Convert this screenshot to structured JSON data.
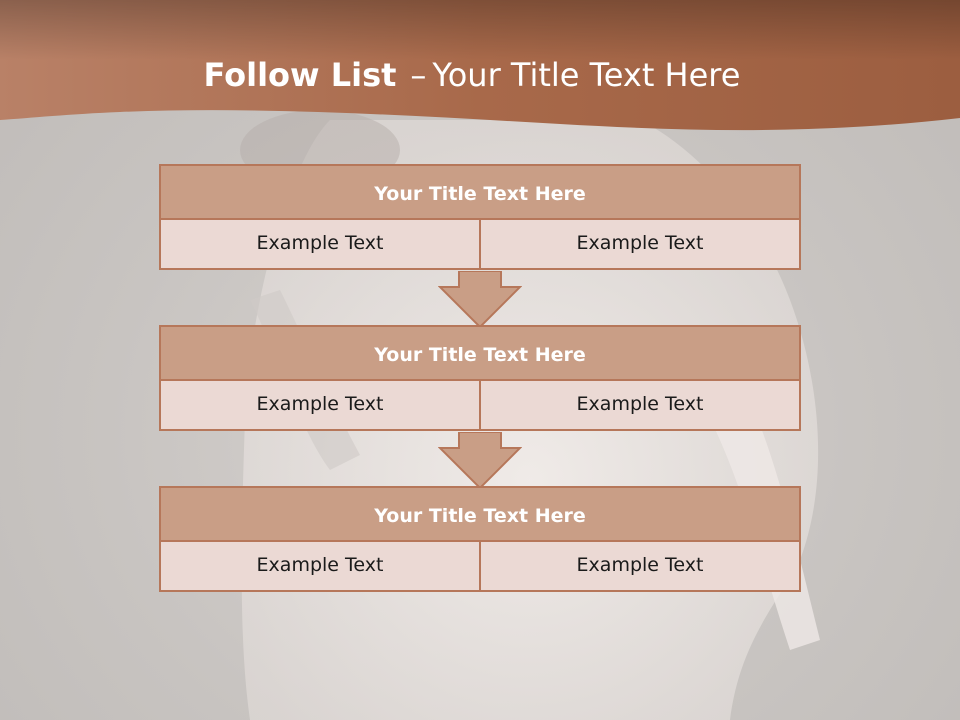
{
  "slide": {
    "title_bold": "Follow List",
    "title_dash": "–",
    "title_rest": "Your Title Text Here"
  },
  "colors": {
    "header_band": "#a8694a",
    "box_header_fill": "#c99e86",
    "box_border": "#b6775a",
    "box_cell_fill": "#ebd9d4"
  },
  "flow": [
    {
      "title": "Your Title Text Here",
      "cells": [
        "Example Text",
        "Example Text"
      ]
    },
    {
      "title": "Your Title Text Here",
      "cells": [
        "Example Text",
        "Example Text"
      ]
    },
    {
      "title": "Your Title Text Here",
      "cells": [
        "Example Text",
        "Example Text"
      ]
    }
  ],
  "connectors": [
    "arrow-down-icon",
    "arrow-down-icon"
  ]
}
